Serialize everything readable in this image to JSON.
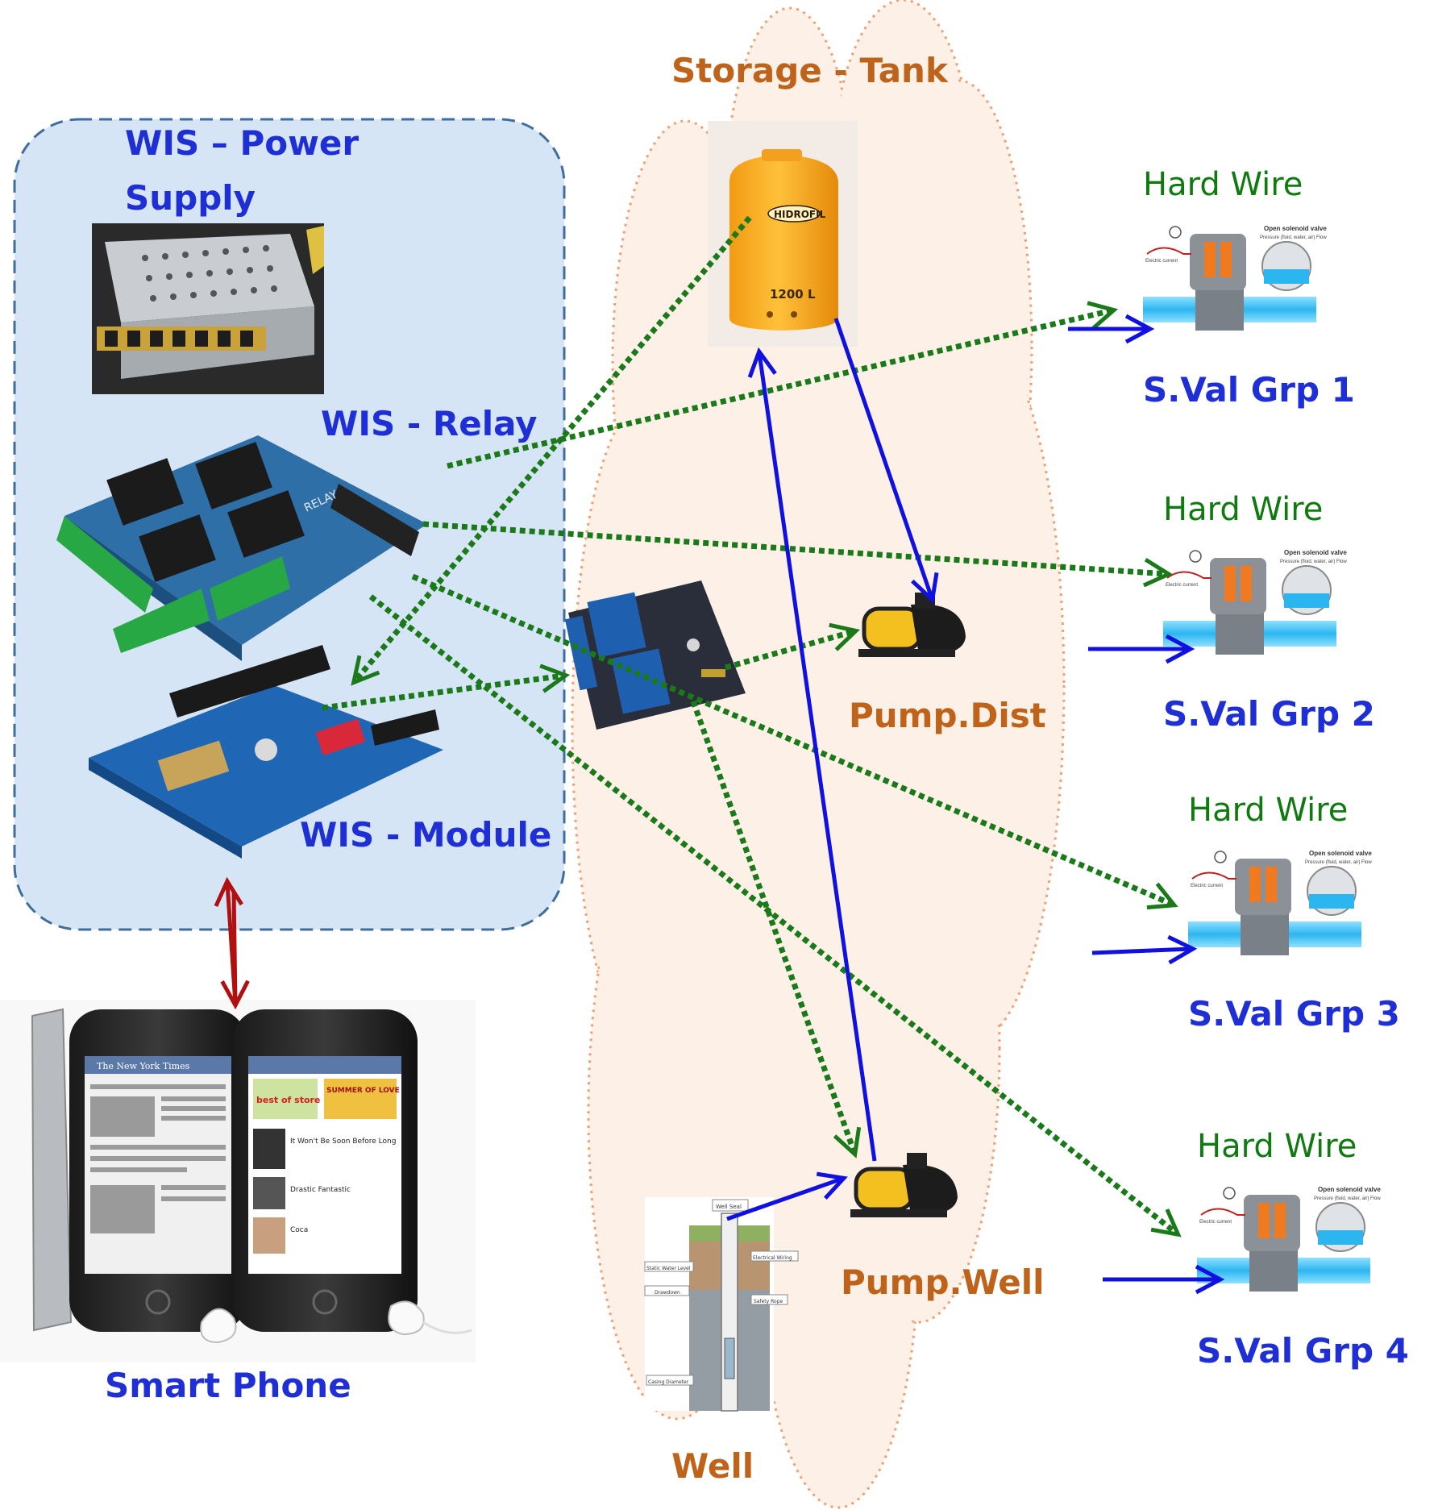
{
  "colors": {
    "label_blue": "#1f2fd6",
    "label_orange": "#c0631a",
    "hard_wire_green": "#0f7a0f",
    "dotted_link": "#1a7a1a",
    "pipe_arrow": "#1010e0",
    "phone_link": "#b01010",
    "cloud_fill": "#fdf1e7",
    "cloud_outline": "#f0a070",
    "wis_box_fill": "#d6e5f5",
    "wis_box_border": "#3f6e9e"
  },
  "labels": {
    "storage_tank": "Storage - Tank",
    "wis_power_supply_line1": "WIS – Power",
    "wis_power_supply_line2": "Supply",
    "wis_relay": "WIS - Relay",
    "wis_module": "WIS - Module",
    "smart_phone": "Smart Phone",
    "pump_dist": "Pump.Dist",
    "pump_well": "Pump.Well",
    "well": "Well"
  },
  "valve_groups": [
    {
      "wire_label": "Hard Wire",
      "name": "S.Val Grp 1"
    },
    {
      "wire_label": "Hard Wire",
      "name": "S.Val Grp 2"
    },
    {
      "wire_label": "Hard Wire",
      "name": "S.Val Grp 3"
    },
    {
      "wire_label": "Hard Wire",
      "name": "S.Val Grp 4"
    }
  ],
  "tank": {
    "brand": "HIDROFIL",
    "capacity": "1200 L"
  },
  "relay_board": {
    "marking": "RELAY"
  },
  "well_diagram": {
    "callouts": [
      "Well Seal",
      "Static Water Level",
      "Drawdown",
      "Electrical Wiring",
      "Safety Rope",
      "Casing Diameter"
    ]
  },
  "solenoid_valve": {
    "title": "Open solenoid valve",
    "subtitle": "Pressure (fluid, water, air) Flow",
    "current_label": "Electric current"
  },
  "phone_screens": {
    "left_header": "The New York Times",
    "right_banner_1": "best of store",
    "right_banner_2": "SUMMER OF LOVE",
    "right_items": [
      "It Won't Be Soon Before Long",
      "Drastic Fantastic",
      "Coca"
    ]
  },
  "icons": [
    "power-supply-image",
    "relay-shield-image",
    "wifi-module-image",
    "smartphone-image",
    "water-tank-image",
    "relay-module-image",
    "pump-image",
    "well-diagram-image",
    "solenoid-valve-image"
  ]
}
